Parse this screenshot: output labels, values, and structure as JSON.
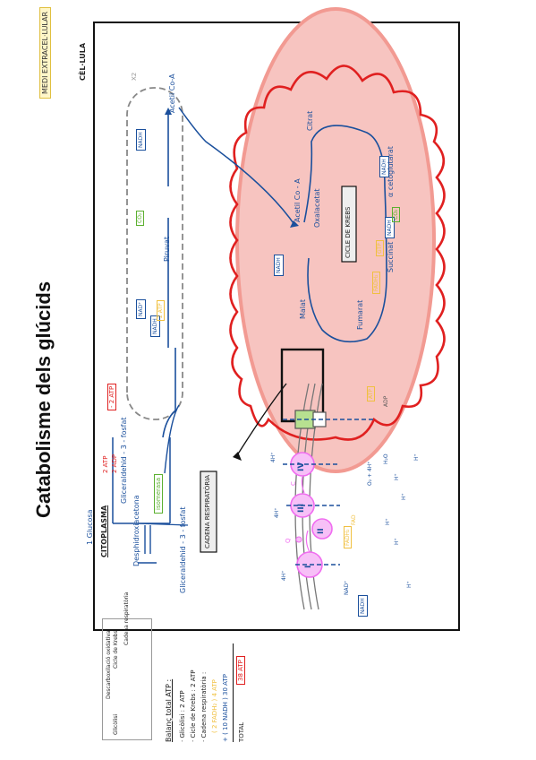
{
  "title": "Catabolisme dels glúcids",
  "labels": {
    "medi": "MEDI EXTRACEL·LULAR",
    "cellula": "CÈL·LULA",
    "citoplasma": "CITOPLASMA",
    "x2": "X2",
    "cadena_box": "CADENA RESPIRATÒRIA",
    "krebs_box": "CICLE DE KREBS"
  },
  "glycolysis": {
    "glucosa": "1 Glucosa",
    "dhap": "Desphidroxiacetona",
    "isomerasa": "isomerasa",
    "g3p_top": "Gliceraldehid - 3 - fosfat",
    "g3p_bottom": "Gliceraldehid - 3 - fosfat",
    "atp2": "2 ATP",
    "adp2": "2 ADP",
    "minus2atp": "- 2 ATP",
    "nad": "NAD⁺",
    "nadh": "NADH",
    "atp": "2 ATP",
    "piruvat": "Piruvat",
    "co2": "CO₂",
    "nadh2": "NADH",
    "acetil": "Acetil Co-A"
  },
  "krebs": {
    "acetil": "Acetil Co - A",
    "oxalacetat": "Oxalacetat",
    "citrat": "Citrat",
    "nadh_a": "NADH",
    "alfa": "α cetoglutarat",
    "nadh_b": "NADH",
    "co2_a": "CO₂",
    "succinat": "Succinat",
    "gtp": "GTP",
    "fadh2": "FADH₂",
    "fumarat": "Fumarat",
    "malat": "Malat",
    "nadh_c": "NADH"
  },
  "chain": {
    "i": "I",
    "ii": "II",
    "iii": "III",
    "iv": "IV",
    "q": "Q",
    "c": "C",
    "nadh": "NADH",
    "nad": "NAD⁺",
    "fadh2": "FADH₂",
    "fad": "FAD",
    "o2": "O₂ + 4H⁺",
    "h2o": "H₂O",
    "atp": "ATP",
    "adp": "ADP",
    "h": "H⁺",
    "h4": "4H⁺"
  },
  "sidebar": {
    "steps": [
      "Glicòlisi",
      "Descarboxilació oxidativa",
      "Cicle de Krebs",
      "Cadena respiratòria"
    ]
  },
  "balance": {
    "title": "Balanç total ATP :",
    "lines": [
      "· Glicòlisi : 2 ATP",
      "· Cicle de Krebs : 2 ATP",
      "· Cadena respiratòria :",
      "( 2 FADH₂ ) 4 ATP",
      "+ ( 10 NADH ) 30 ATP"
    ],
    "total_label": "TOTAL",
    "total_value": "38 ATP"
  },
  "colors": {
    "blue": "#1a4f9c",
    "mito_fill": "#f7c4c0",
    "mito_red": "#e02020",
    "complex_pink": "#f06cf0",
    "yellow": "#f0c040",
    "green": "#5cb030",
    "red": "#e02020"
  }
}
